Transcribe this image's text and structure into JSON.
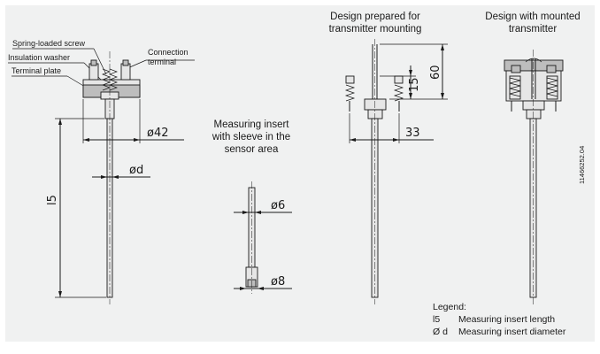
{
  "views": {
    "prepared_title": [
      "Design prepared for",
      "transmitter mounting"
    ],
    "mounted_title": [
      "Design with mounted",
      "transmitter"
    ],
    "insert_title": [
      "Measuring insert",
      "with sleeve in the",
      "sensor area"
    ]
  },
  "callouts": {
    "spring_screw": "Spring-loaded screw",
    "insulation_washer": "Insulation washer",
    "terminal_plate": "Terminal plate",
    "connection_terminal": [
      "Connection",
      "terminal"
    ]
  },
  "dimensions": {
    "d42": "ø42",
    "dd": "ød",
    "l5": "l5",
    "d6": "ø6",
    "d8": "ø8",
    "h15": "15",
    "h60": "60",
    "w33": "33"
  },
  "legend": {
    "title": "Legend:",
    "items": [
      {
        "symbol": "l5",
        "text": "Measuring insert length"
      },
      {
        "symbol": "Ø d",
        "text": "Measuring insert diameter"
      }
    ]
  },
  "drawing_id": "11466252.04"
}
